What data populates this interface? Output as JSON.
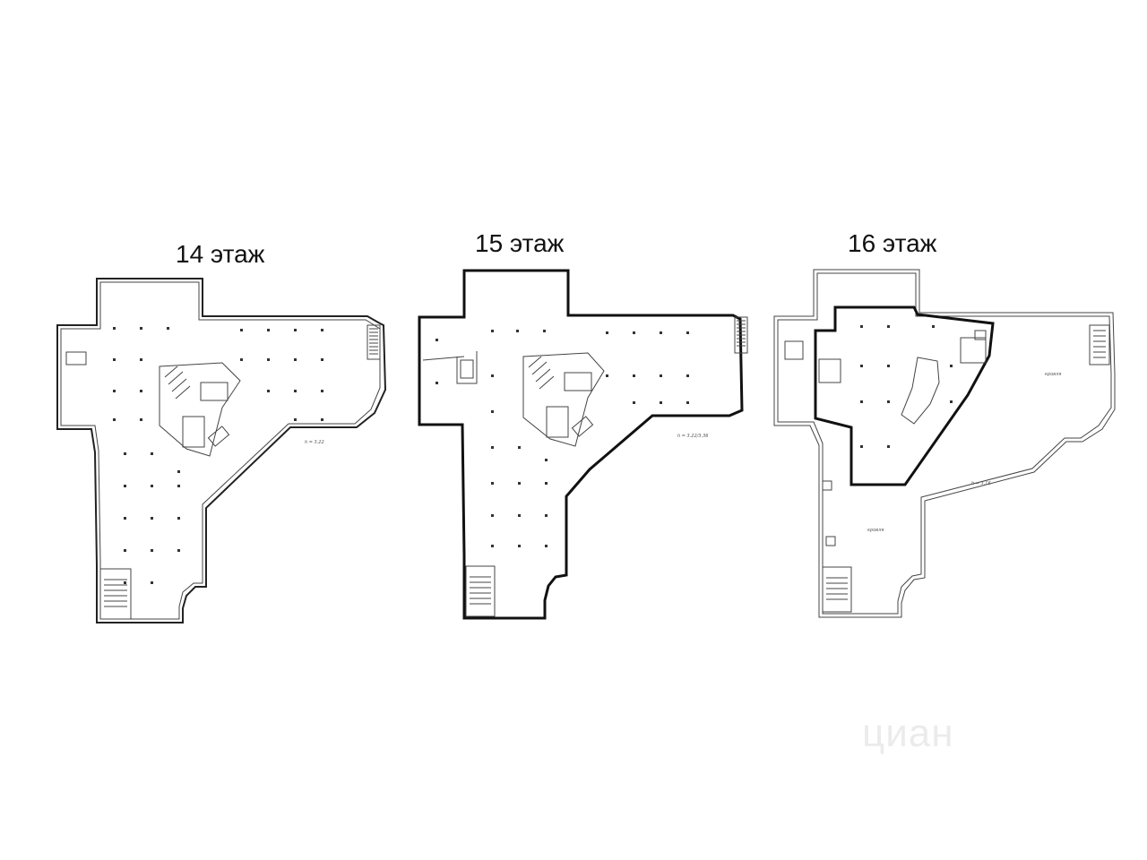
{
  "floors": [
    {
      "title": "14 этаж",
      "height_note": "h = 3.22"
    },
    {
      "title": "15 этаж",
      "height_note": "h = 3.22/3.36"
    },
    {
      "title": "16 этаж",
      "height_note": "h = 3.16",
      "roof_label": "кровля"
    }
  ],
  "watermark": "циан",
  "colors": {
    "wall": "#222222",
    "background": "#ffffff"
  }
}
